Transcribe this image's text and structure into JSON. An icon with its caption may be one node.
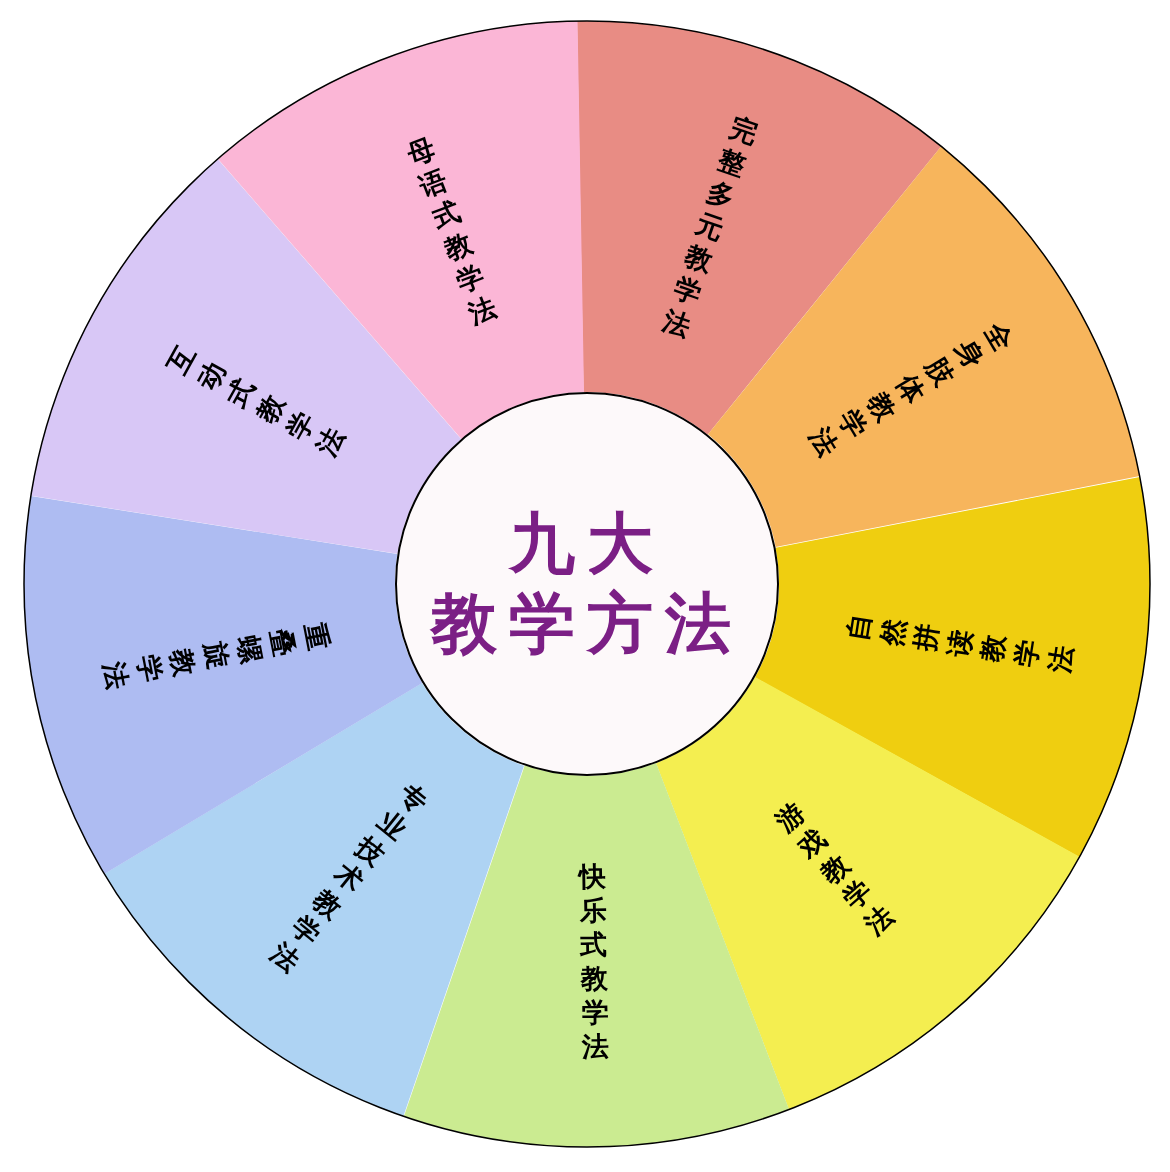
{
  "diagram": {
    "nodes": [
      {
        "text": [
          "九大",
          "教学方法"
        ]
      },
      {
        "text": [
          "完整多元教学法"
        ]
      },
      {
        "text": [
          "全身肢体教学法"
        ]
      },
      {
        "text": [
          "自然拼读教学法"
        ]
      },
      {
        "text": [
          "游戏教学法"
        ]
      },
      {
        "text": [
          "快乐式教学法"
        ]
      },
      {
        "text": [
          "专业技术教学法"
        ]
      },
      {
        "text": [
          "重叠螺旋教学法"
        ]
      },
      {
        "text": [
          "互动式教学法"
        ]
      },
      {
        "text": [
          "母语式教学法"
        ]
      }
    ]
  }
}
